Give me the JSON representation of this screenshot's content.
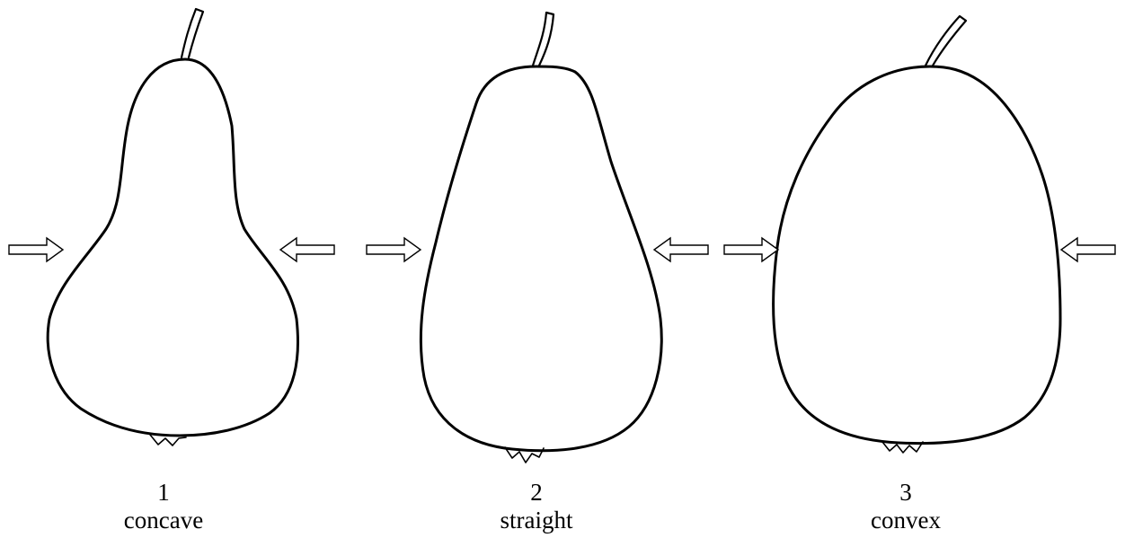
{
  "shapes": [
    {
      "number": "1",
      "name": "concave"
    },
    {
      "number": "2",
      "name": "straight"
    },
    {
      "number": "3",
      "name": "convex"
    }
  ],
  "colors": {
    "outline": "#000000",
    "background": "#ffffff"
  }
}
